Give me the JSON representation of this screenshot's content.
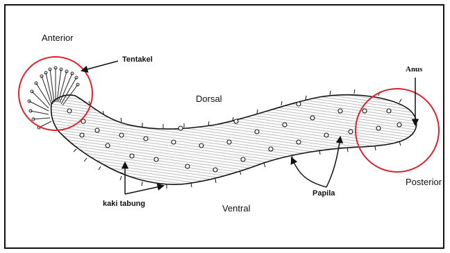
{
  "labels": {
    "anterior": "Anterior",
    "tentakel": "Tentakel",
    "dorsal": "Dorsal",
    "anus": "Anus",
    "posterior": "Posterior",
    "papila": "Papila",
    "kaki_tabung": "kaki tabung",
    "ventral": "Ventral"
  },
  "colors": {
    "circle": "#d9232d",
    "ink": "#111111"
  }
}
